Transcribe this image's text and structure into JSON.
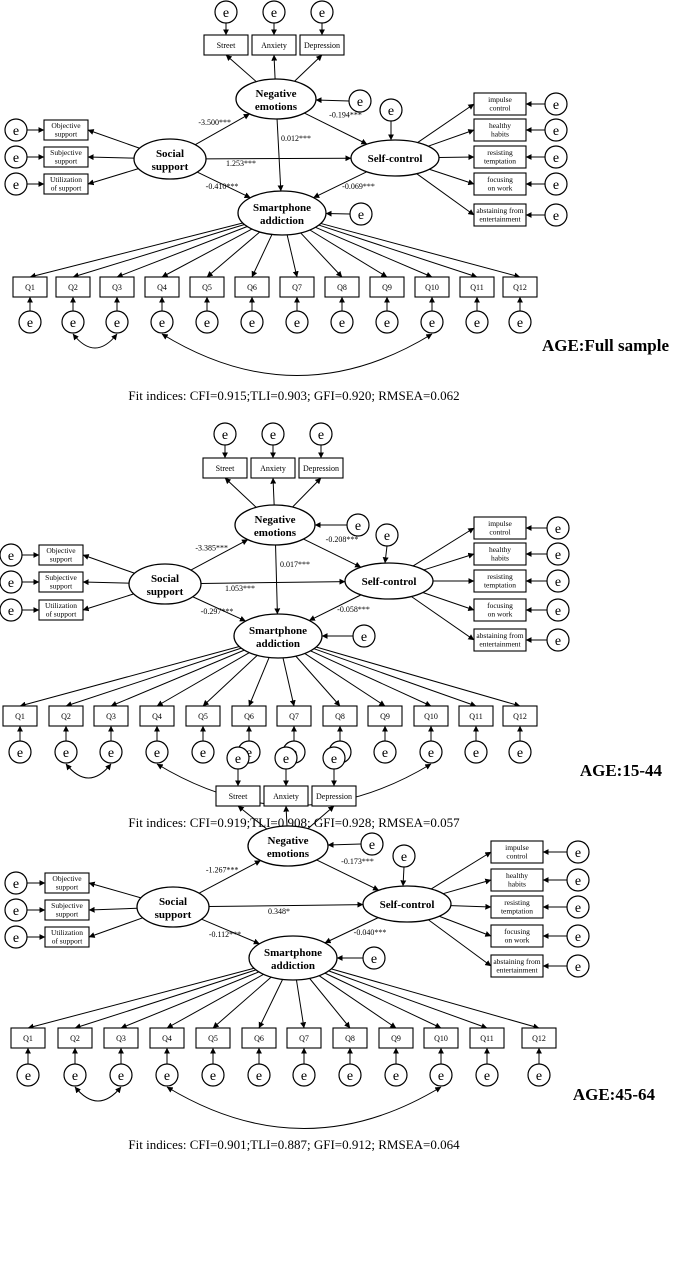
{
  "error_label": "e",
  "panels": [
    {
      "age_label": "AGE:Full sample",
      "fit_indices": "Fit indices: CFI=0.915;TLI=0.903; GFI=0.920; RMSEA=0.062",
      "negative_emotions": [
        "Negative",
        "emotions"
      ],
      "social_support": [
        "Social",
        "support"
      ],
      "self_control": "Self-control",
      "smartphone_addiction": [
        "Smartphone",
        "addiction"
      ],
      "emotion_indicators": [
        "Street",
        "Anxiety",
        "Depression"
      ],
      "support_indicators": [
        [
          "Objective",
          "support"
        ],
        [
          "Subjective",
          "support"
        ],
        [
          "Utilization",
          "of support"
        ]
      ],
      "control_indicators": [
        [
          "impulse",
          "control"
        ],
        [
          "healthy",
          "habits"
        ],
        [
          "resisting",
          "temptation"
        ],
        [
          "focusing",
          "on work"
        ],
        [
          "abstaining from",
          "entertainment"
        ]
      ],
      "items": [
        "Q1",
        "Q2",
        "Q3",
        "Q4",
        "Q5",
        "Q6",
        "Q7",
        "Q8",
        "Q9",
        "Q10",
        "Q11",
        "Q12"
      ],
      "coefficients": {
        "ss_to_ne": "-3.500***",
        "ne_to_sa": "0.012***",
        "ne_to_sc": "-0.194***",
        "ss_to_sc": "1.253***",
        "ss_to_sa": "-0.410***",
        "sc_to_sa": "-0.069***"
      }
    },
    {
      "age_label": "AGE:15-44",
      "fit_indices": "Fit indices: CFI=0.919;TLI=0.908; GFI=0.928; RMSEA=0.057",
      "negative_emotions": [
        "Negative",
        "emotions"
      ],
      "social_support": [
        "Social",
        "support"
      ],
      "self_control": "Self-control",
      "smartphone_addiction": [
        "Smartphone",
        "addiction"
      ],
      "emotion_indicators": [
        "Street",
        "Anxiety",
        "Depression"
      ],
      "support_indicators": [
        [
          "Objective",
          "support"
        ],
        [
          "Subjective",
          "support"
        ],
        [
          "Utilization",
          "of support"
        ]
      ],
      "control_indicators": [
        [
          "impulse",
          "control"
        ],
        [
          "healthy",
          "habits"
        ],
        [
          "resisting",
          "temptation"
        ],
        [
          "focusing",
          "on work"
        ],
        [
          "abstaining from",
          "entertainment"
        ]
      ],
      "items": [
        "Q1",
        "Q2",
        "Q3",
        "Q4",
        "Q5",
        "Q6",
        "Q7",
        "Q8",
        "Q9",
        "Q10",
        "Q11",
        "Q12"
      ],
      "coefficients": {
        "ss_to_ne": "-3.385***",
        "ne_to_sa": "0.017***",
        "ne_to_sc": "-0.208***",
        "ss_to_sc": "1.053***",
        "ss_to_sa": "-0.297***",
        "sc_to_sa": "-0.058***"
      }
    },
    {
      "age_label": "AGE:45-64",
      "fit_indices": "Fit indices: CFI=0.901;TLI=0.887; GFI=0.912; RMSEA=0.064",
      "negative_emotions": [
        "Negative",
        "emotions"
      ],
      "social_support": [
        "Social",
        "support"
      ],
      "self_control": "Self-control",
      "smartphone_addiction": [
        "Smartphone",
        "addiction"
      ],
      "emotion_indicators": [
        "Street",
        "Anxiety",
        "Depression"
      ],
      "support_indicators": [
        [
          "Objective",
          "support"
        ],
        [
          "Subjective",
          "support"
        ],
        [
          "Utilization",
          "of support"
        ]
      ],
      "control_indicators": [
        [
          "impulse",
          "control"
        ],
        [
          "healthy",
          "habits"
        ],
        [
          "resisting",
          "temptation"
        ],
        [
          "focusing",
          "on work"
        ],
        [
          "abstaining from",
          "entertainment"
        ]
      ],
      "items": [
        "Q1",
        "Q2",
        "Q3",
        "Q4",
        "Q5",
        "Q6",
        "Q7",
        "Q8",
        "Q9",
        "Q10",
        "Q11",
        "Q12"
      ],
      "coefficients": {
        "ss_to_ne": "-1.267***",
        "ne_to_sa": "",
        "ne_to_sc": "-0.173***",
        "ss_to_sc": "0.348*",
        "ss_to_sa": "-0.112***",
        "sc_to_sa": "-0.040***"
      }
    }
  ]
}
